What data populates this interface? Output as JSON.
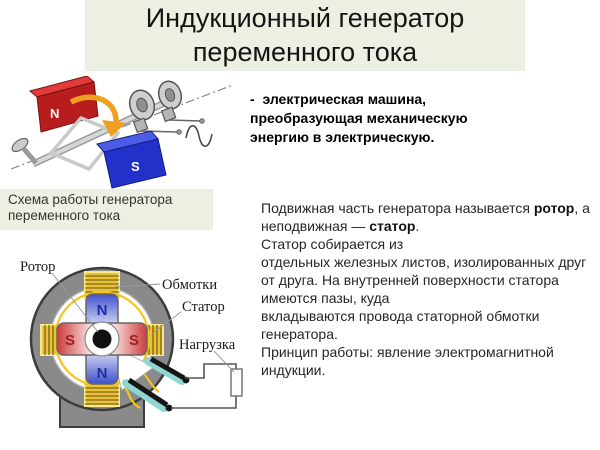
{
  "colors": {
    "band_bg": "#ecf0e3",
    "magnet_red": "#b81d1d",
    "magnet_blue": "#2131c9",
    "arrow_orange": "#f0a020",
    "coil_gold": "#e8c23a",
    "stator_gray": "#8a8a8a",
    "body_text": "#262626"
  },
  "title": "Индукционный генератор\nпеременного тока",
  "definition": "-  электрическая машина,\nпреобразующая механическую\nэнергию в электрическую.",
  "scheme_caption": "Схема работы генератора\nпеременного тока",
  "body": {
    "segments": [
      {
        "text": "Подвижная часть генератора называется "
      },
      {
        "text": "ротор",
        "bold": true
      },
      {
        "text": ", а\nнеподвижная — "
      },
      {
        "text": "статор",
        "bold": true
      },
      {
        "text": ".\nСтатор собирается из\nотдельных железных листов, изолированных друг\nот друга. На внутренней поверхности статора\nимеются пазы, куда\nвкладываются провода статорной обмотки\nгенератора.\nПринцип работы: явление электромагнитной\nиндукции."
      }
    ]
  },
  "crank_illustration": {
    "north_pole": "N",
    "south_pole": "S"
  },
  "cross_section": {
    "labels": {
      "rotor": "Ротор",
      "windings": "Обмотки",
      "stator": "Статор",
      "load": "Нагрузка"
    },
    "poles": {
      "top": "N",
      "left": "S",
      "right": "S",
      "bottom": "N"
    }
  }
}
